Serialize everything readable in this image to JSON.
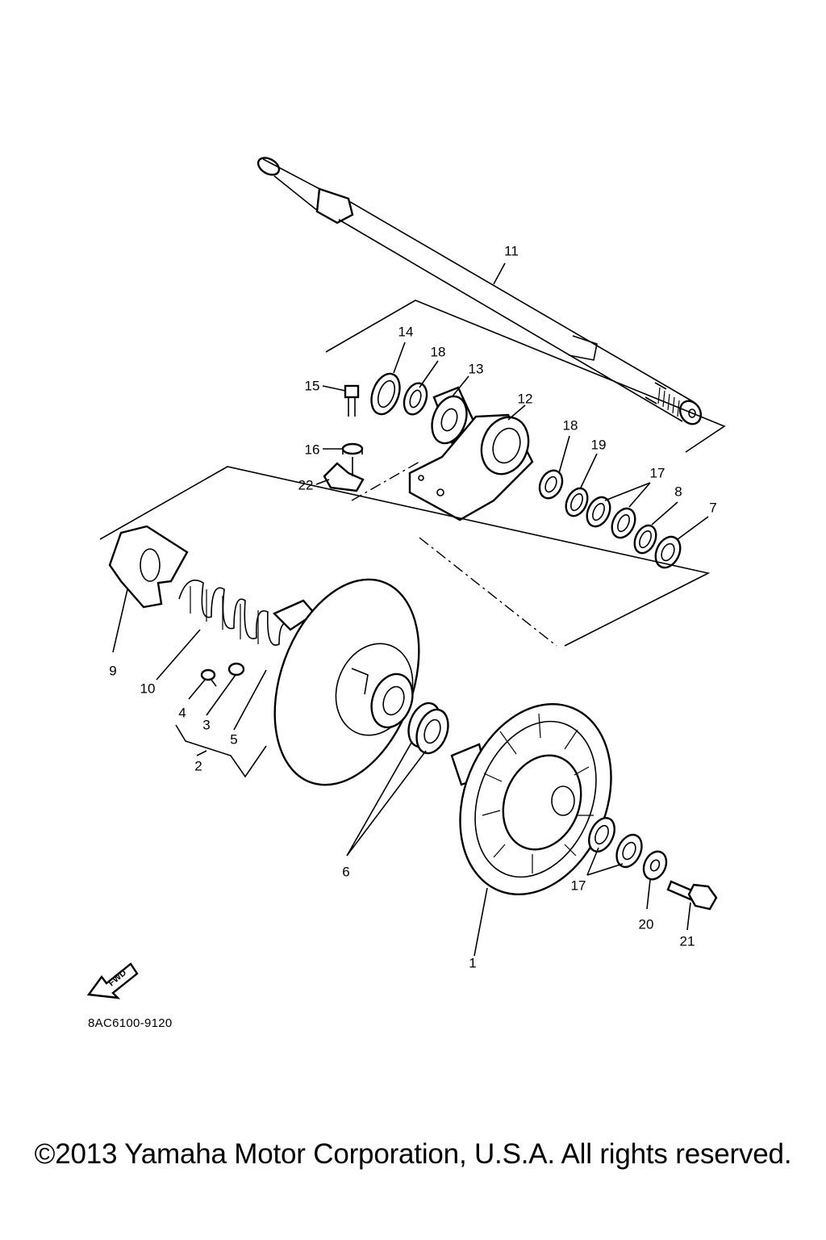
{
  "diagram": {
    "callouts": [
      {
        "number": "1"
      },
      {
        "number": "2"
      },
      {
        "number": "3"
      },
      {
        "number": "4"
      },
      {
        "number": "5"
      },
      {
        "number": "6"
      },
      {
        "number": "7"
      },
      {
        "number": "8"
      },
      {
        "number": "9"
      },
      {
        "number": "10"
      },
      {
        "number": "11"
      },
      {
        "number": "12"
      },
      {
        "number": "13"
      },
      {
        "number": "14"
      },
      {
        "number": "15"
      },
      {
        "number": "16"
      },
      {
        "number": "17"
      },
      {
        "number": "17"
      },
      {
        "number": "18"
      },
      {
        "number": "18"
      },
      {
        "number": "19"
      },
      {
        "number": "20"
      },
      {
        "number": "21"
      },
      {
        "number": "22"
      }
    ],
    "direction_arrow_label": "FWD",
    "part_code": "8AC6100-9120",
    "copyright": "©2013 Yamaha Motor Corporation, U.S.A. All rights reserved."
  }
}
